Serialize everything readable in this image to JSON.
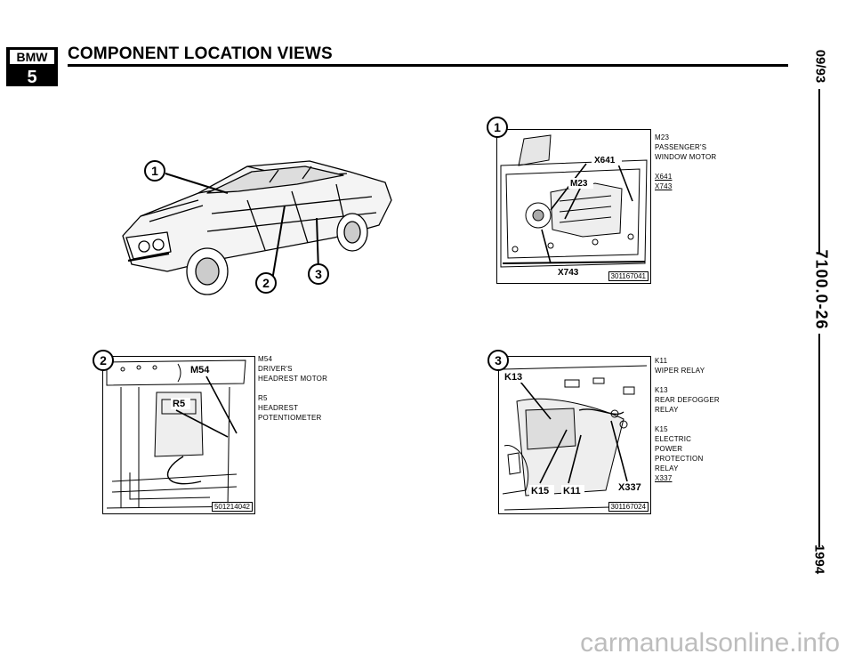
{
  "header": {
    "logo_top": "BMW",
    "logo_bottom": "5",
    "title": "COMPONENT LOCATION VIEWS"
  },
  "side_margin": {
    "date": "09/93",
    "page_code": "7100.0-26",
    "year": "1994"
  },
  "car_view": {
    "callouts": [
      "1",
      "2",
      "3"
    ]
  },
  "figures": [
    {
      "callout": "1",
      "figure_number": "301167041",
      "diagram_labels": [
        "X641",
        "M23",
        "X743"
      ],
      "legend": [
        "M23",
        "PASSENGER'S",
        "WINDOW MOTOR",
        "",
        "X641",
        "X743"
      ]
    },
    {
      "callout": "2",
      "figure_number": "501214042",
      "diagram_labels": [
        "M54",
        "R5"
      ],
      "legend": [
        "M54",
        "DRIVER'S",
        "HEADREST MOTOR",
        "",
        "R5",
        "HEADREST",
        "POTENTIOMETER"
      ]
    },
    {
      "callout": "3",
      "figure_number": "301167024",
      "diagram_labels": [
        "K13",
        "K15",
        "K11",
        "X337"
      ],
      "legend": [
        "K11",
        "WIPER RELAY",
        "",
        "K13",
        "REAR DEFOGGER",
        "RELAY",
        "",
        "K15",
        "ELECTRIC",
        "POWER",
        "PROTECTION",
        "RELAY",
        "X337"
      ]
    }
  ],
  "watermark": "carmanualsonline.info"
}
